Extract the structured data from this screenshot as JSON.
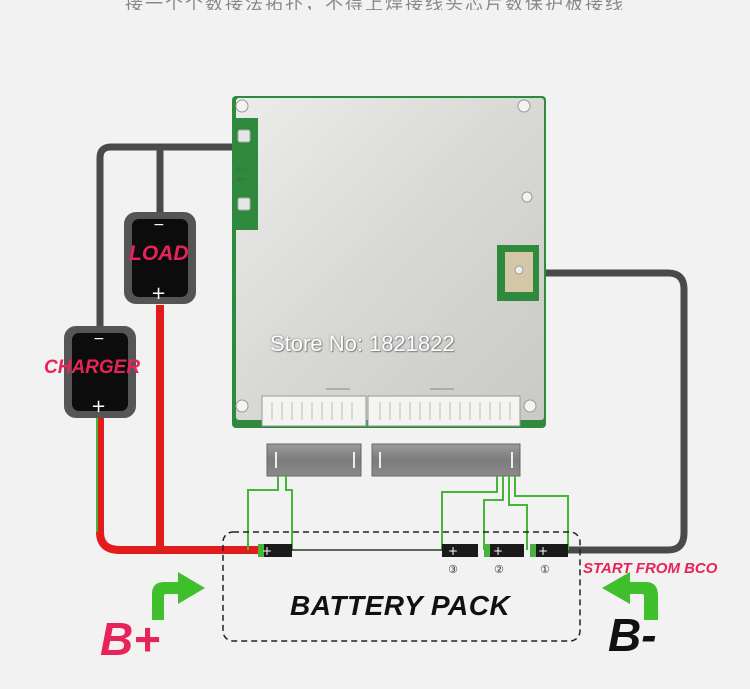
{
  "top_caption": "接一个个数接法拓扑，不得上焊接线头芯片数保护板接线",
  "watermark": "Store No: 1821822",
  "labels": {
    "charger": "CHARGER",
    "load": "LOAD",
    "battery_pack": "BATTERY PACK",
    "b_plus": "B+",
    "b_minus": "B-",
    "start": "START FROM BCO"
  },
  "terminal_symbols": {
    "minus": "−",
    "plus": "+"
  },
  "cell_numbers": [
    "③",
    "②",
    "①"
  ],
  "board_markings": {
    "c_minus": "C−",
    "p_minus": "P−"
  },
  "colors": {
    "red_wire": "#e21b1b",
    "dark_wire": "#4a4a4a",
    "green_wire": "#47b43a",
    "label_pink": "#e8235a",
    "board": "#d9d9d6",
    "pcb_green": "#2f8a3e"
  }
}
